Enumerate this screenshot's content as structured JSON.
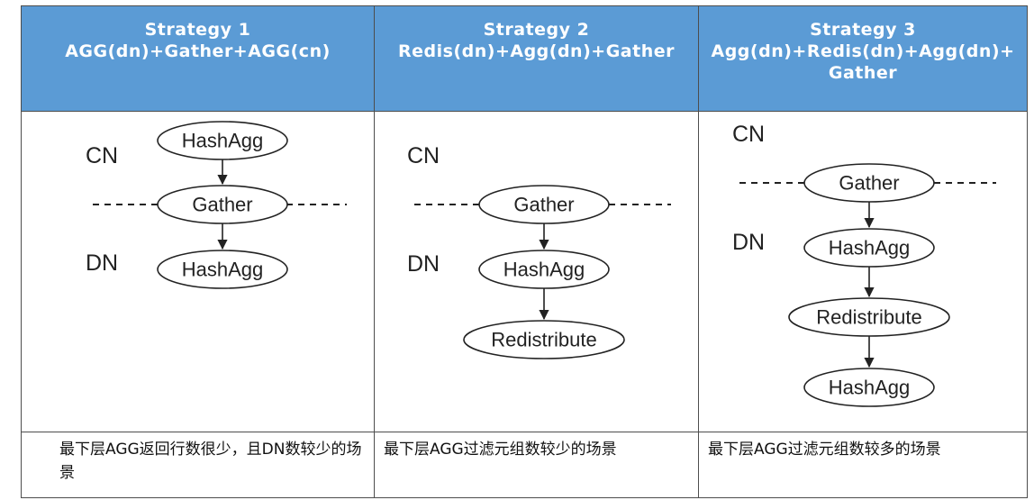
{
  "strategies": [
    {
      "header_line1": "Strategy 1",
      "header_line2": "AGG(dn)+Gather+AGG(cn)",
      "header_line3": "",
      "lanes": [
        "CN",
        "DN"
      ],
      "nodes": [
        "HashAgg",
        "Gather",
        "HashAgg"
      ],
      "description": "最下层AGG返回行数很少，且DN数较少的场景"
    },
    {
      "header_line1": "Strategy 2",
      "header_line2": "Redis(dn)+Agg(dn)+Gather",
      "header_line3": "",
      "lanes": [
        "CN",
        "DN"
      ],
      "nodes": [
        "Gather",
        "HashAgg",
        "Redistribute"
      ],
      "description": "最下层AGG过滤元组数较少的场景"
    },
    {
      "header_line1": "Strategy 3",
      "header_line2": "Agg(dn)+Redis(dn)+Agg(dn)+",
      "header_line3": "Gather",
      "lanes": [
        "CN",
        "DN"
      ],
      "nodes": [
        "Gather",
        "HashAgg",
        "Redistribute",
        "HashAgg"
      ],
      "description": "最下层AGG过滤元组数较多的场景"
    }
  ],
  "colors": {
    "header_bg": "#5b9bd5",
    "header_text": "#ffffff",
    "border": "#4d4d4d"
  }
}
